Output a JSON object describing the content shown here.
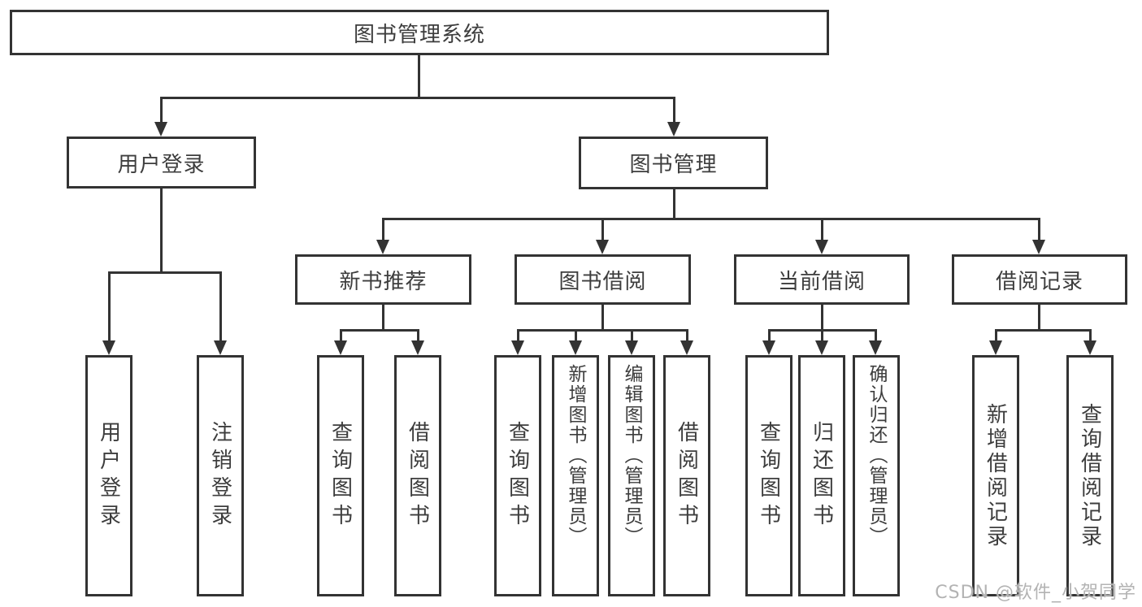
{
  "diagram": {
    "title": "图书管理系统",
    "level2": [
      {
        "label": "用户登录"
      },
      {
        "label": "图书管理"
      }
    ],
    "level3": [
      {
        "label": "新书推荐"
      },
      {
        "label": "图书借阅"
      },
      {
        "label": "当前借阅"
      },
      {
        "label": "借阅记录"
      }
    ],
    "leaves": [
      {
        "label": "用户登录"
      },
      {
        "label": "注销登录"
      },
      {
        "label": "查询图书"
      },
      {
        "label": "借阅图书"
      },
      {
        "label": "查询图书"
      },
      {
        "label": "新增图书（管理员）"
      },
      {
        "label": "编辑图书（管理员）"
      },
      {
        "label": "借阅图书"
      },
      {
        "label": "查询图书"
      },
      {
        "label": "归还图书"
      },
      {
        "label": "确认归还（管理员）"
      },
      {
        "label": "新增借阅记录"
      },
      {
        "label": "查询借阅记录"
      }
    ]
  },
  "watermark": {
    "text": "CSDN @软件_小贺同学"
  },
  "colors": {
    "line": "#333333",
    "text": "#3d3d3d",
    "watermark": "#b3b3b3",
    "background": "#ffffff"
  }
}
